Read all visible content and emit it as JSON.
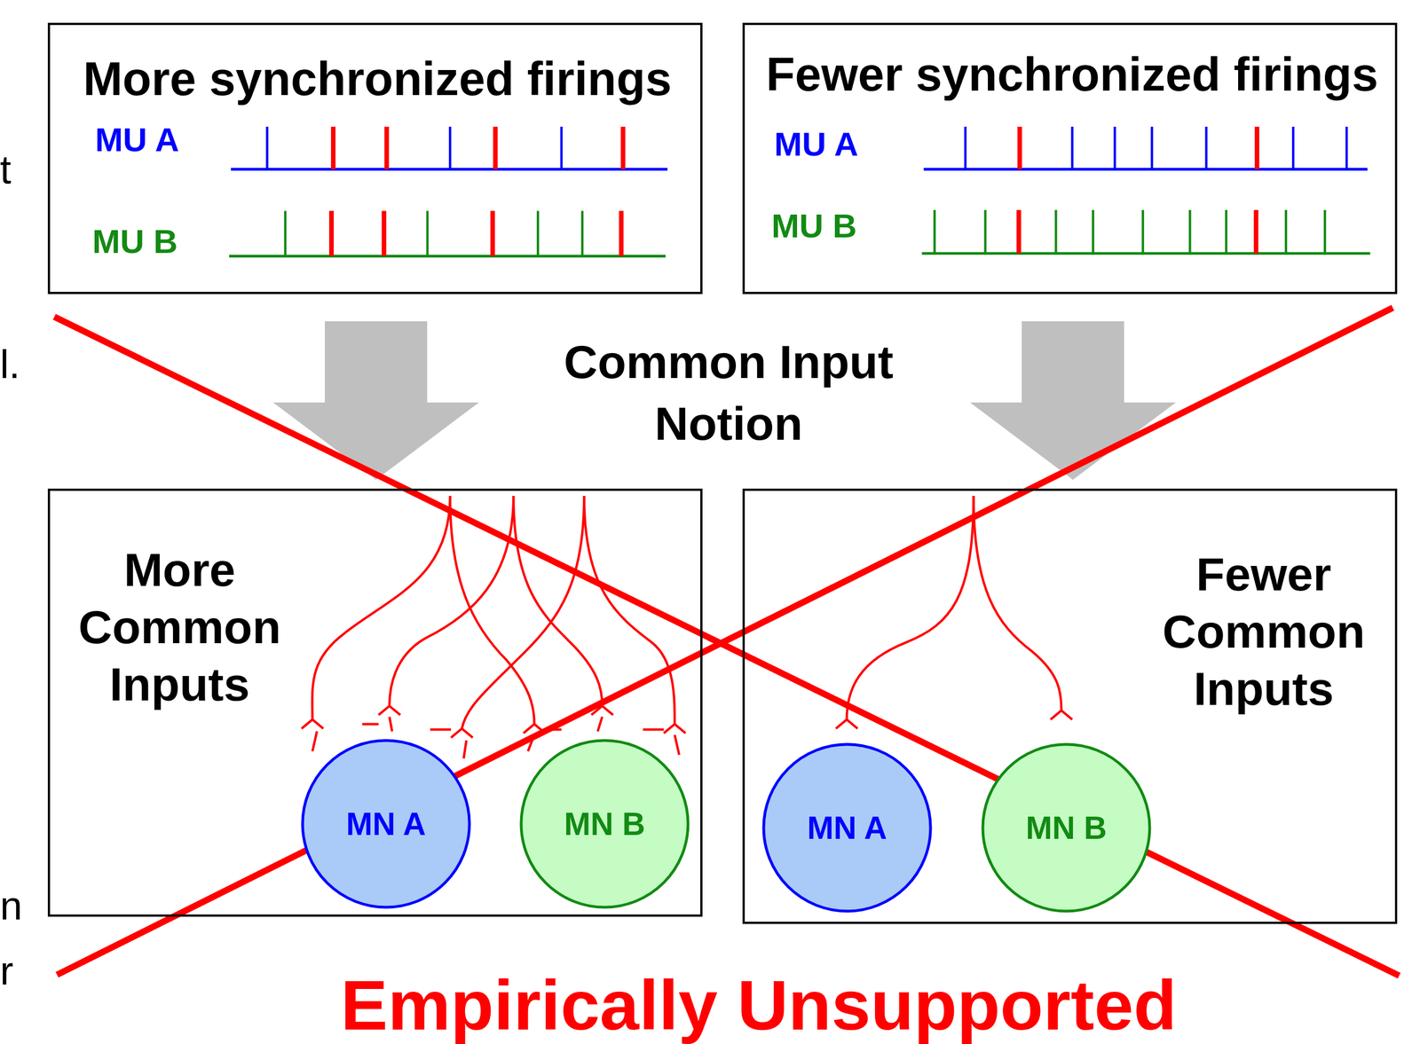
{
  "diagram": {
    "nodes": [
      {
        "text": [
          "More synchronized firings"
        ]
      },
      {
        "text": [
          "Fewer synchronized firings"
        ]
      },
      {
        "text": [
          "More Common Inputs"
        ]
      },
      {
        "text": [
          "MN A"
        ],
        "in": 2
      },
      {
        "text": [
          "MN B"
        ],
        "in": 2
      },
      {
        "text": [
          "Fewer Common Inputs"
        ]
      },
      {
        "text": [
          "MN A"
        ],
        "in": 5
      },
      {
        "text": [
          "MN B"
        ],
        "in": 5
      }
    ],
    "edges": [
      {
        "from": 0,
        "to": 2,
        "arrow": "to"
      },
      {
        "from": 1,
        "to": 5,
        "arrow": "to"
      }
    ],
    "labels": [
      "MU A",
      "MU B",
      "MU A",
      "MU B",
      "Common Input Notion",
      "Empirically Unsupported",
      "t",
      "l.",
      "n",
      "r"
    ]
  }
}
